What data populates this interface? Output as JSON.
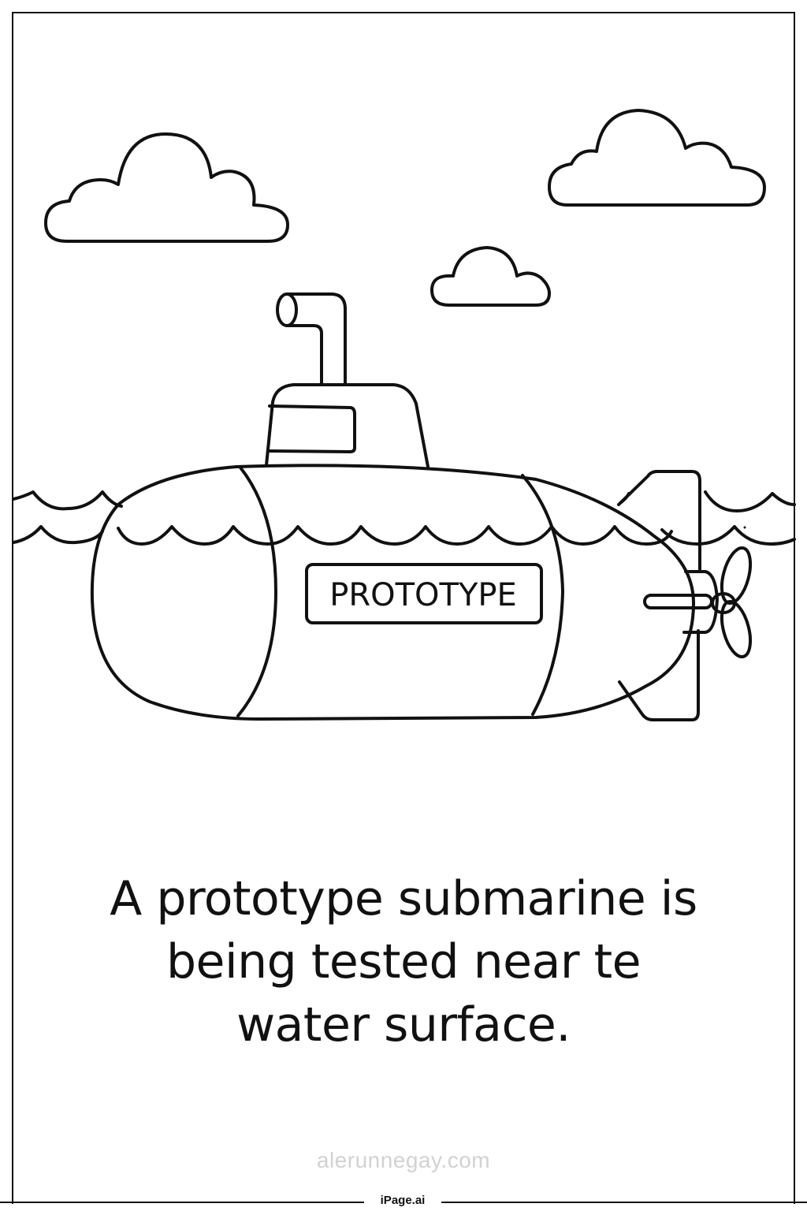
{
  "page": {
    "type": "coloring-page",
    "illustration": {
      "subject": "submarine",
      "elements": [
        "cloud-icon",
        "cloud-icon",
        "cloud-icon",
        "periscope",
        "conning-tower",
        "water-waves",
        "submarine-hull",
        "tail-fin",
        "propeller"
      ],
      "hull_label": "PROTOTYPE"
    },
    "caption": {
      "lines": [
        "A prototype submarine is",
        "being tested near te",
        "water surface."
      ]
    },
    "watermark": "alerunnegay.com",
    "footer": {
      "brand": "iPage.ai"
    },
    "colors": {
      "ink": "#111111",
      "paper": "#ffffff",
      "watermark": "#d2d2d2"
    }
  }
}
